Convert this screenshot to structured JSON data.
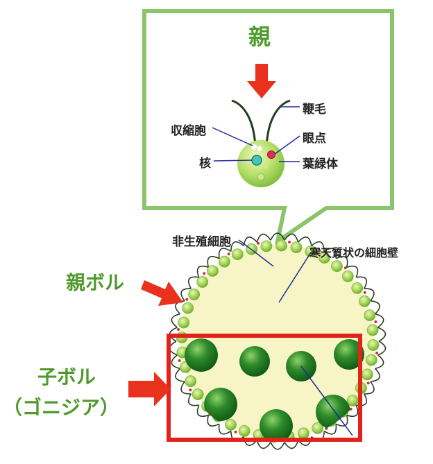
{
  "callout": {
    "title": "親",
    "labels": {
      "flagella": "鞭毛",
      "contractile_vacuole": "収縮胞",
      "eyespot": "眼点",
      "nucleus": "核",
      "chloroplast": "葉緑体"
    }
  },
  "colony": {
    "labels": {
      "non_reproductive_cell": "非生殖細胞",
      "gelatinous_wall": "寒天質状の細胞壁",
      "parent_colony": "親ボル",
      "daughter_colony_line1": "子ボル",
      "daughter_colony_line2": "（ゴニジア）"
    }
  },
  "colors": {
    "callout_border": "#8cc46a",
    "arrow_red": "#e8321e",
    "highlight_box": "#e2231a",
    "colony_fill": "#f7f4c6",
    "cell_green": "#a6d45a",
    "gonidia_green": "#2e8a2a",
    "label_green": "#4f9a2c",
    "pointer_line": "#1b2a9c"
  }
}
